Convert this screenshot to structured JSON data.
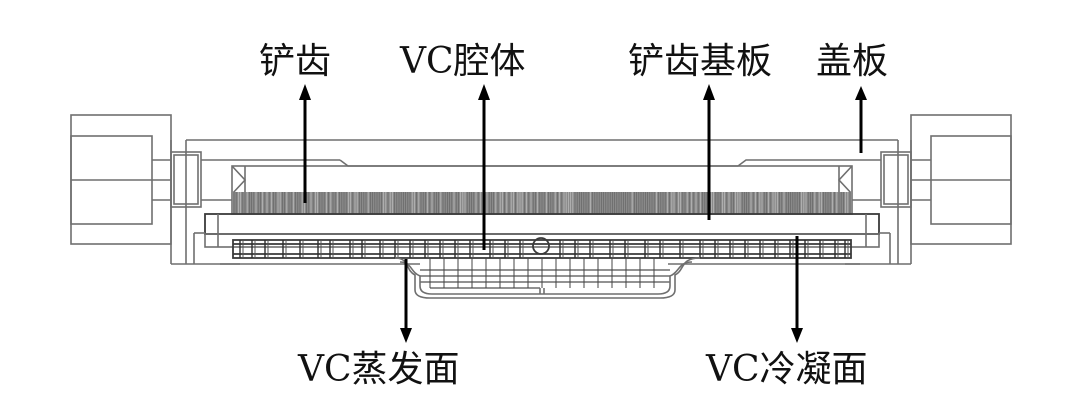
{
  "figure": {
    "type": "cross-section schematic of VC (vapor chamber) heat sink",
    "labels": {
      "skived_fins": "铲齿",
      "vc_cavity": "VC腔体",
      "fin_base_plate": "铲齿基板",
      "cover_plate": "盖板",
      "vc_evaporation_surface": "VC蒸发面",
      "vc_condensation_surface": "VC冷凝面"
    },
    "colors": {
      "line": "#6f6f6f",
      "fin_fill": "#8a8a8a",
      "arrow": "#000000",
      "text": "#111111",
      "background": "#ffffff"
    }
  }
}
